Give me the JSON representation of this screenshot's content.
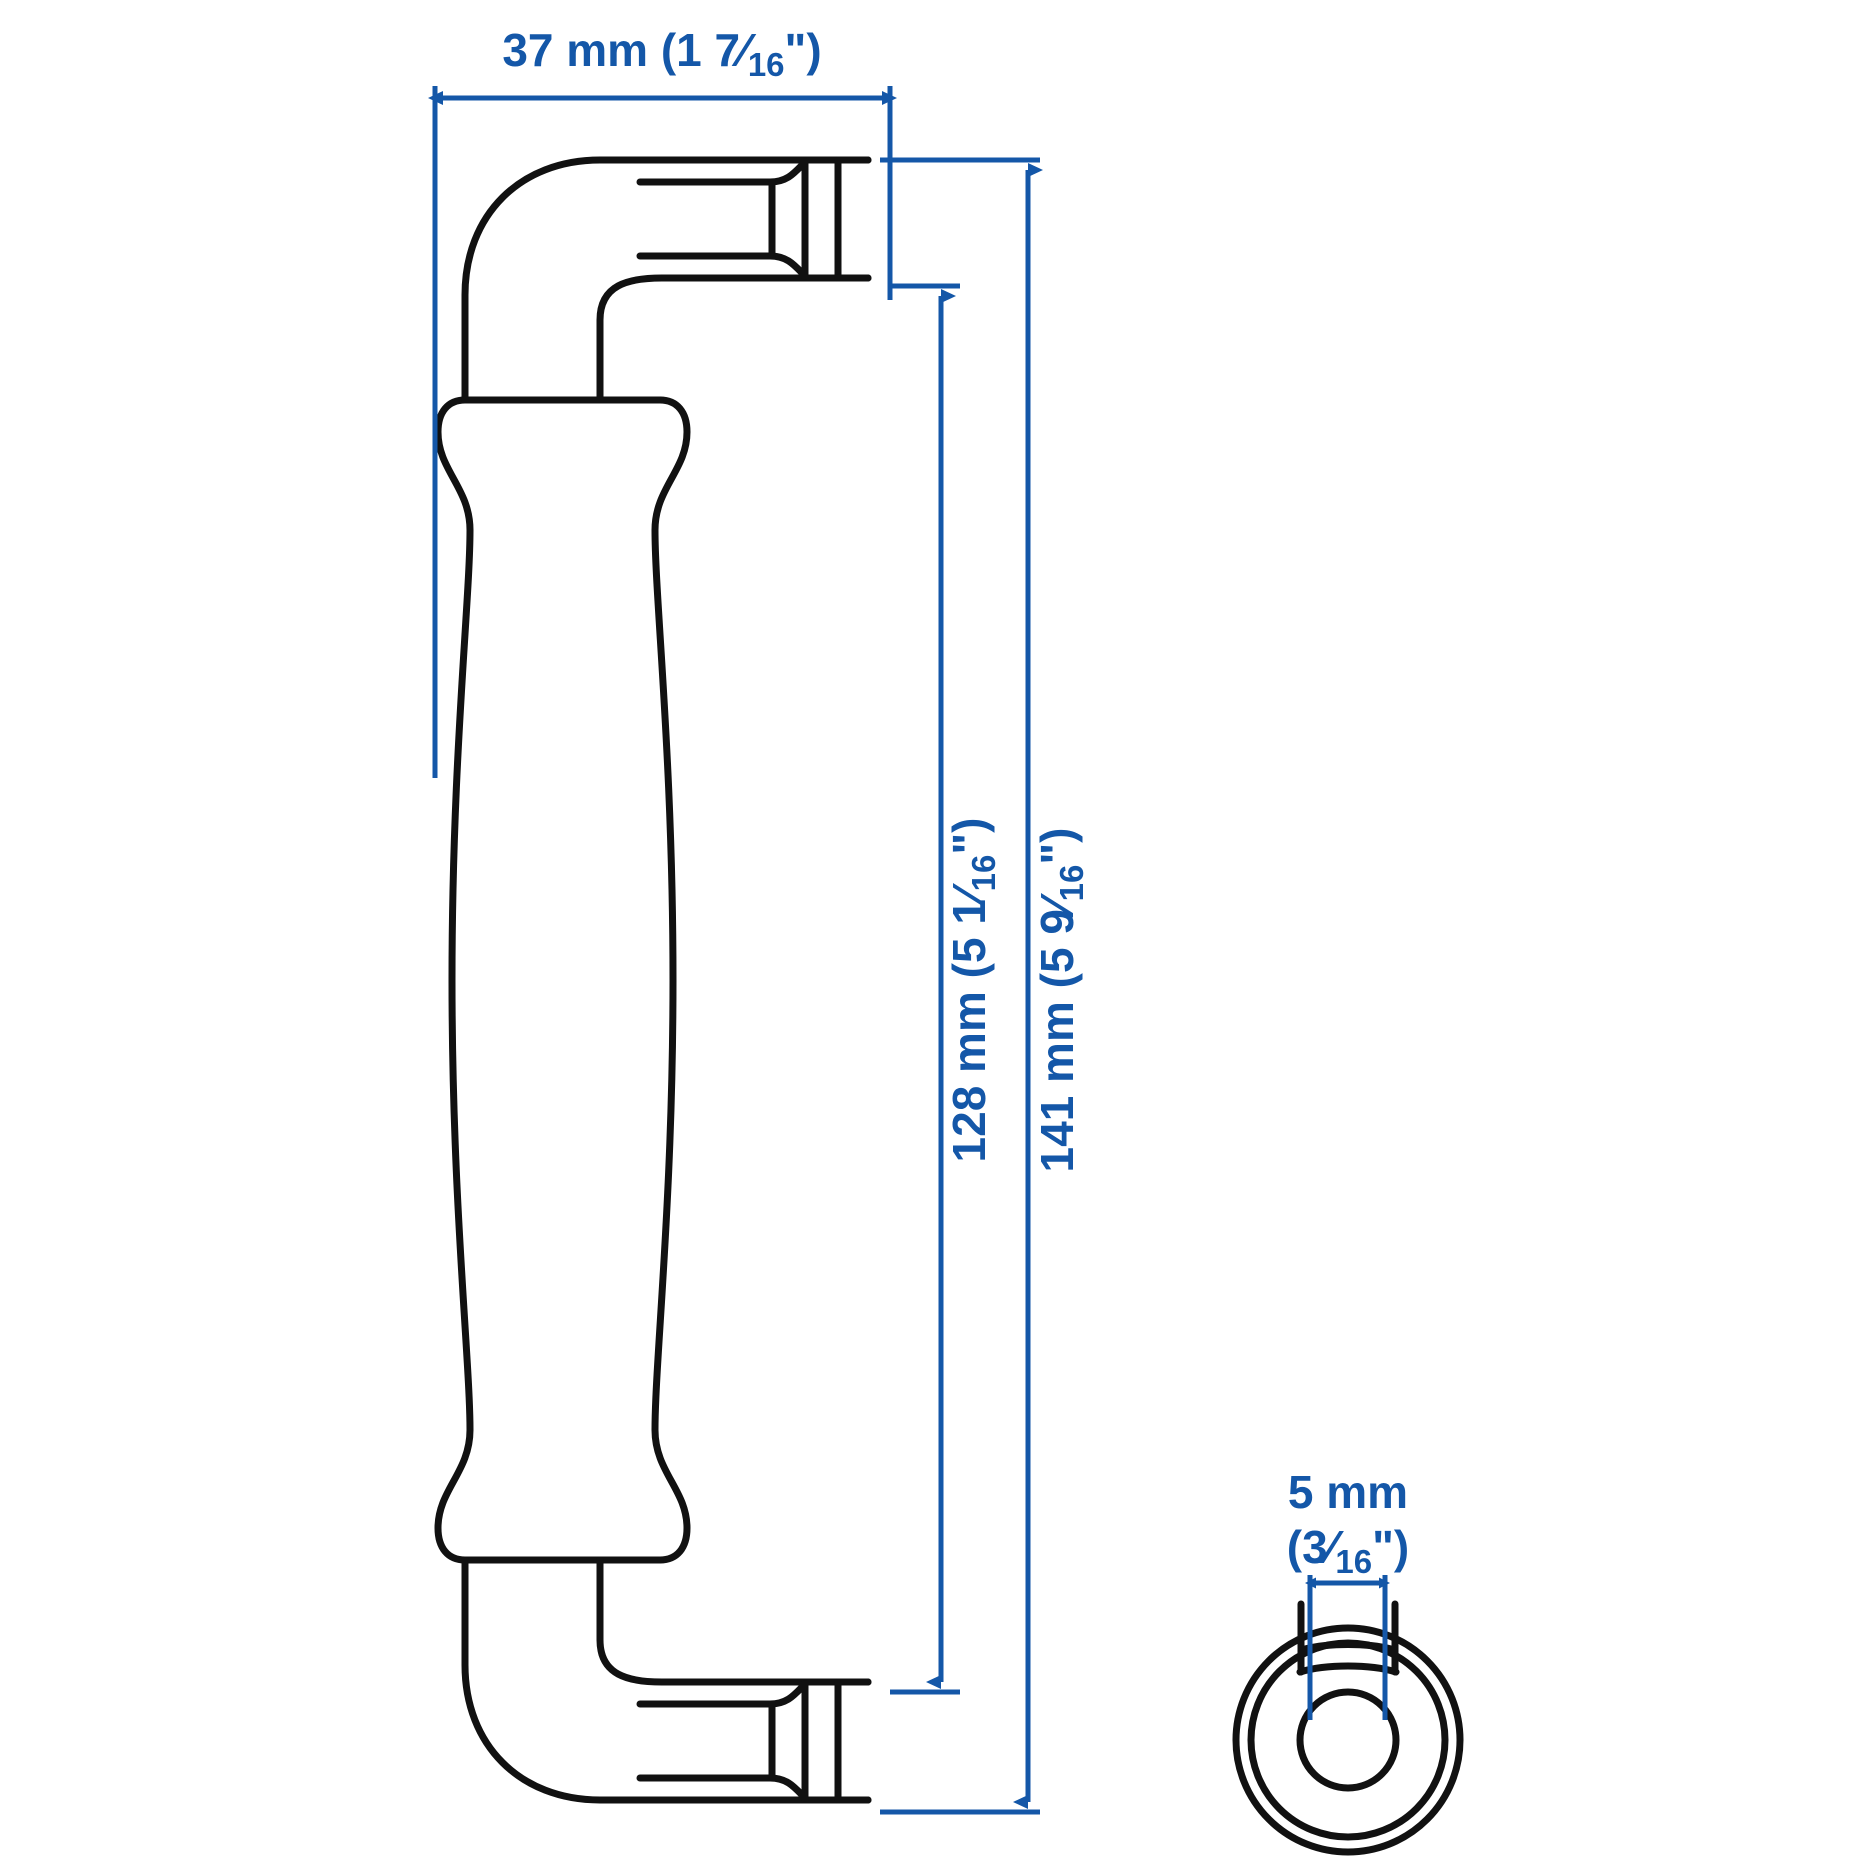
{
  "drawing": {
    "title": "Handle technical dimension drawing",
    "type": "technical-line-drawing",
    "subject": "door-handle",
    "background_color": "#ffffff",
    "line_color": "#111111",
    "dimension_color": "#1457a8"
  },
  "dimensions": {
    "width": {
      "id": "width-37mm",
      "metric": "37 mm",
      "imperial_whole": "(1",
      "imperial_num": "7",
      "imperial_den": "16",
      "imperial_close": "\")",
      "full_label": "37 mm (1 7/16\")",
      "orientation": "horizontal",
      "position": "top"
    },
    "center_distance": {
      "id": "center-128mm",
      "metric": "128 mm",
      "imperial_whole": "(5",
      "imperial_num": "1",
      "imperial_den": "16",
      "imperial_close": "\")",
      "full_label": "128 mm (5 1/16\")",
      "orientation": "vertical",
      "position": "right-inner"
    },
    "total_length": {
      "id": "length-141mm",
      "metric": "141 mm",
      "imperial_whole": "(5",
      "imperial_num": "9",
      "imperial_den": "16",
      "imperial_close": "\")",
      "full_label": "141 mm (5 9/16\")",
      "orientation": "vertical",
      "position": "right-outer"
    },
    "screw_hole": {
      "id": "hole-5mm",
      "metric": "5 mm",
      "imperial_open": "(",
      "imperial_num": "3",
      "imperial_den": "16",
      "imperial_close": "\")",
      "full_label": "5 mm (3/16\")",
      "orientation": "horizontal",
      "position": "bottom-right-detail"
    }
  },
  "detail_view": {
    "name": "end-section-detail",
    "description": "concentric circular cross-section of handle mounting post",
    "rings": 3
  }
}
